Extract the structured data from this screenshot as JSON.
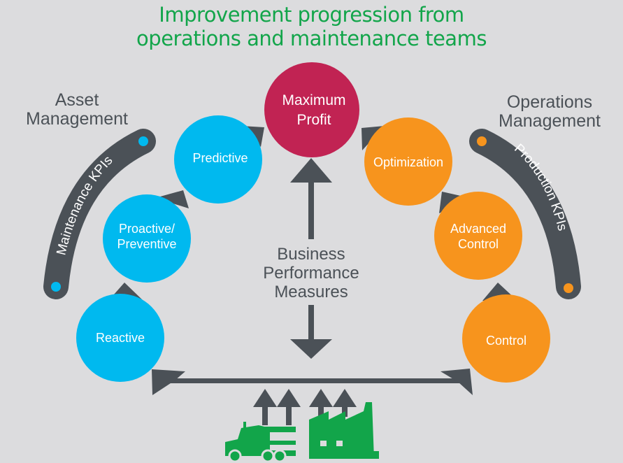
{
  "title": {
    "line1": "Improvement progression from",
    "line2": "operations and maintenance teams"
  },
  "left_group": {
    "heading_line1": "Asset",
    "heading_line2": "Management",
    "kpi_label": "Maintenance KPIs",
    "accent": "#00b9ef"
  },
  "right_group": {
    "heading_line1": "Operations",
    "heading_line2": "Management",
    "kpi_label": "Production KPIs",
    "accent": "#f7941d"
  },
  "center": {
    "label_line1": "Business",
    "label_line2": "Performance",
    "label_line3": "Measures"
  },
  "nodes": {
    "reactive": {
      "lines": [
        "Reactive"
      ],
      "color": "#00b9ef"
    },
    "proactive": {
      "lines": [
        "Proactive/",
        "Preventive"
      ],
      "color": "#00b9ef"
    },
    "predictive": {
      "lines": [
        "Predictive"
      ],
      "color": "#00b9ef"
    },
    "maximum_profit": {
      "lines": [
        "Maximum",
        "Profit"
      ],
      "color": "#c12353"
    },
    "optimization": {
      "lines": [
        "Optimization"
      ],
      "color": "#f7941d"
    },
    "advanced_control": {
      "lines": [
        "Advanced",
        "Control"
      ],
      "color": "#f7941d"
    },
    "control": {
      "lines": [
        "Control"
      ],
      "color": "#f7941d"
    }
  },
  "colors": {
    "background": "#dcdcde",
    "title": "#12a54a",
    "arrows": "#4b5157",
    "icons": "#12a54a"
  },
  "icons": {
    "truck": "truck-icon",
    "factory": "factory-icon"
  }
}
